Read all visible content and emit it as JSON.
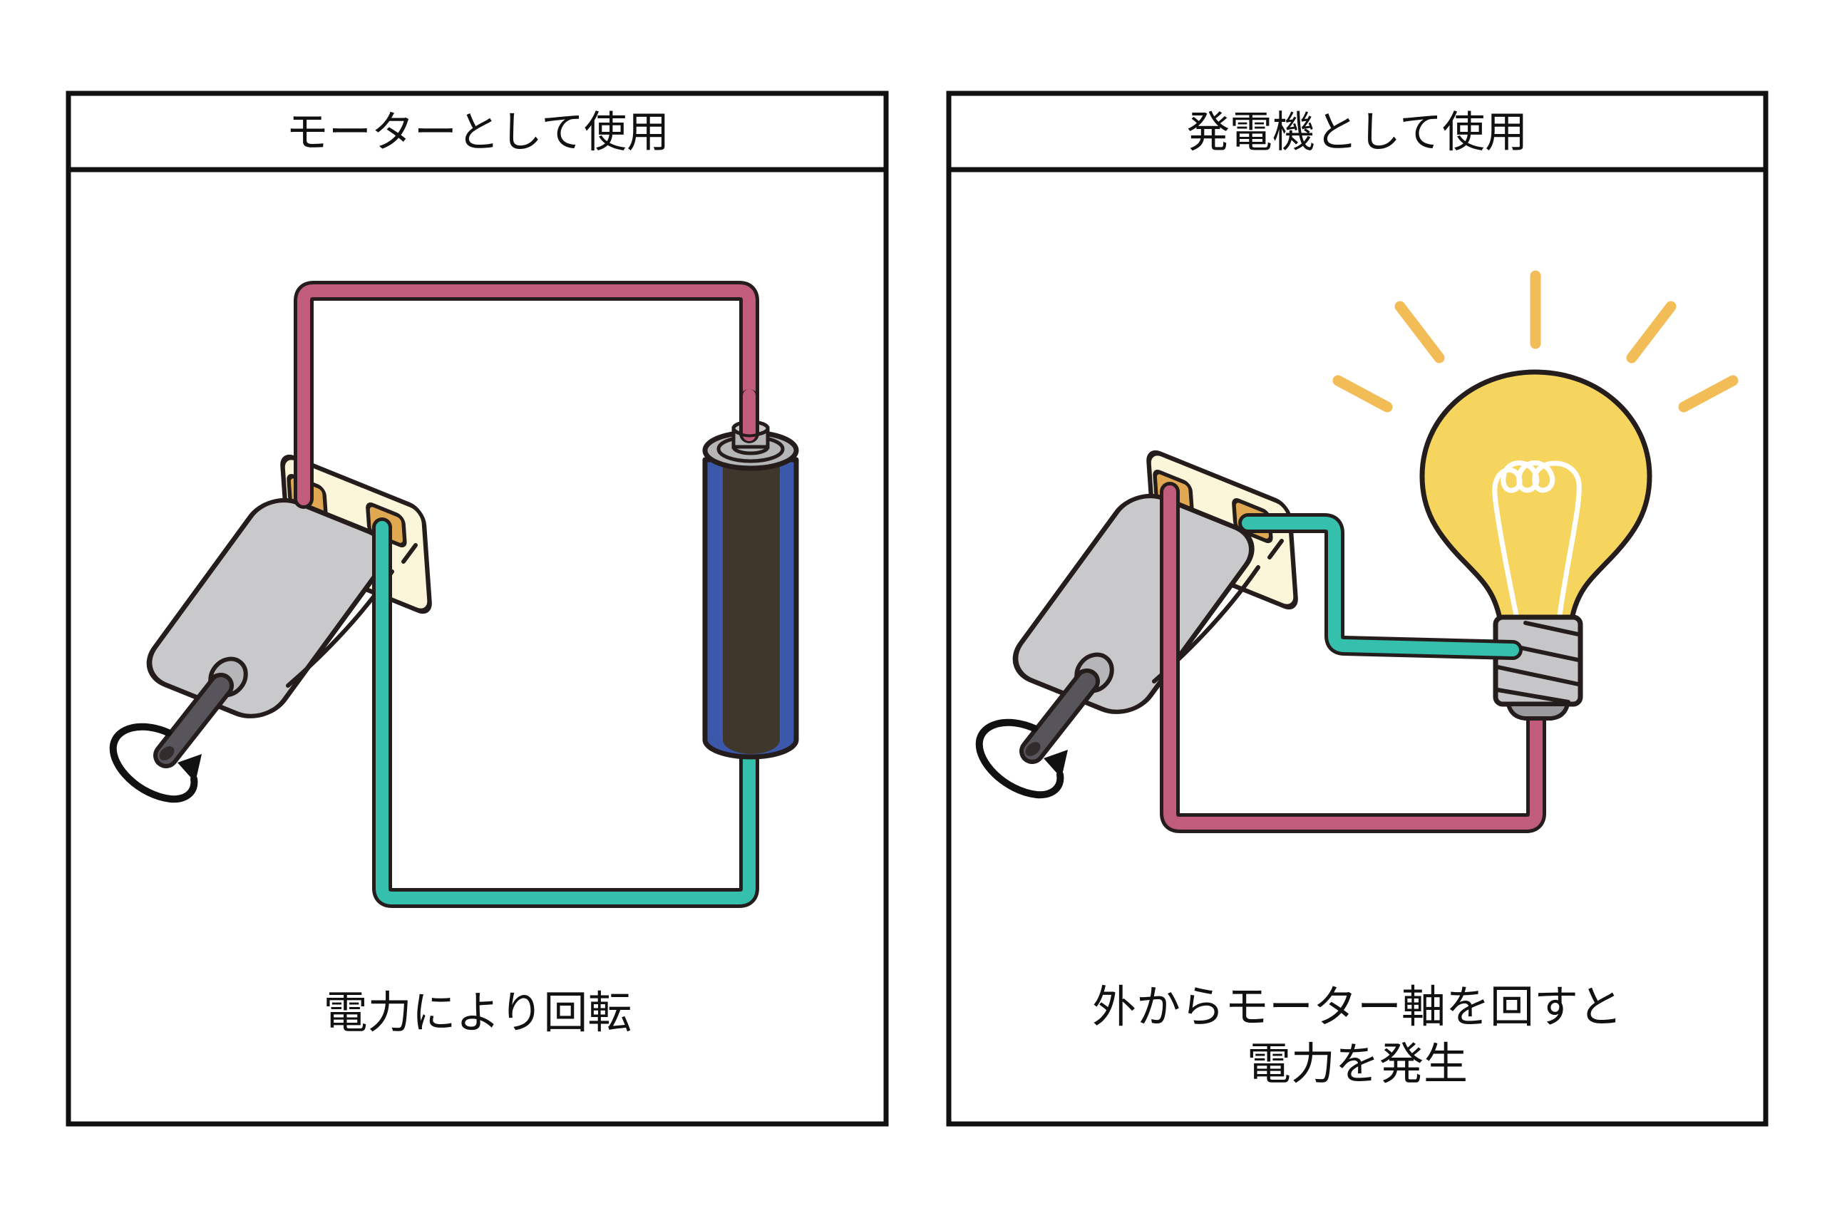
{
  "left_panel": {
    "title": "モーターとして使用",
    "caption": "電力により回転"
  },
  "right_panel": {
    "title": "発電機として使用",
    "caption_line1": "外からモーター軸を回すと",
    "caption_line2": "電力を発生"
  },
  "icons": {
    "left": [
      "motor-icon",
      "battery-icon",
      "rotation-arrow-icon",
      "red-wire",
      "teal-wire"
    ],
    "right": [
      "motor-icon",
      "light-bulb-icon",
      "rotation-arrow-icon",
      "red-wire",
      "teal-wire"
    ]
  },
  "colors": {
    "background": "#ffffff",
    "border": "#111111",
    "text": "#111111",
    "outline": "#241d1b",
    "wire-red": "#c25c7c",
    "wire-teal": "#35bfad",
    "motor-body": "#c9c9cc",
    "motor-cap": "#fbf6d9",
    "terminal-gold": "#dfa851",
    "battery-blue": "#3b58aa",
    "battery-band": "#40372c",
    "metal": "#b6b5b8",
    "metal-light": "#c8c7ca",
    "metal-mid": "#a3a2a6",
    "shaft": "#57555b",
    "bulb-yellow": "#f6d55f",
    "ray-amber": "#f2bc57",
    "base-gray": "#c6c5c8",
    "tip-gray": "#9b9a9e",
    "filament-white": "#ffffff"
  }
}
